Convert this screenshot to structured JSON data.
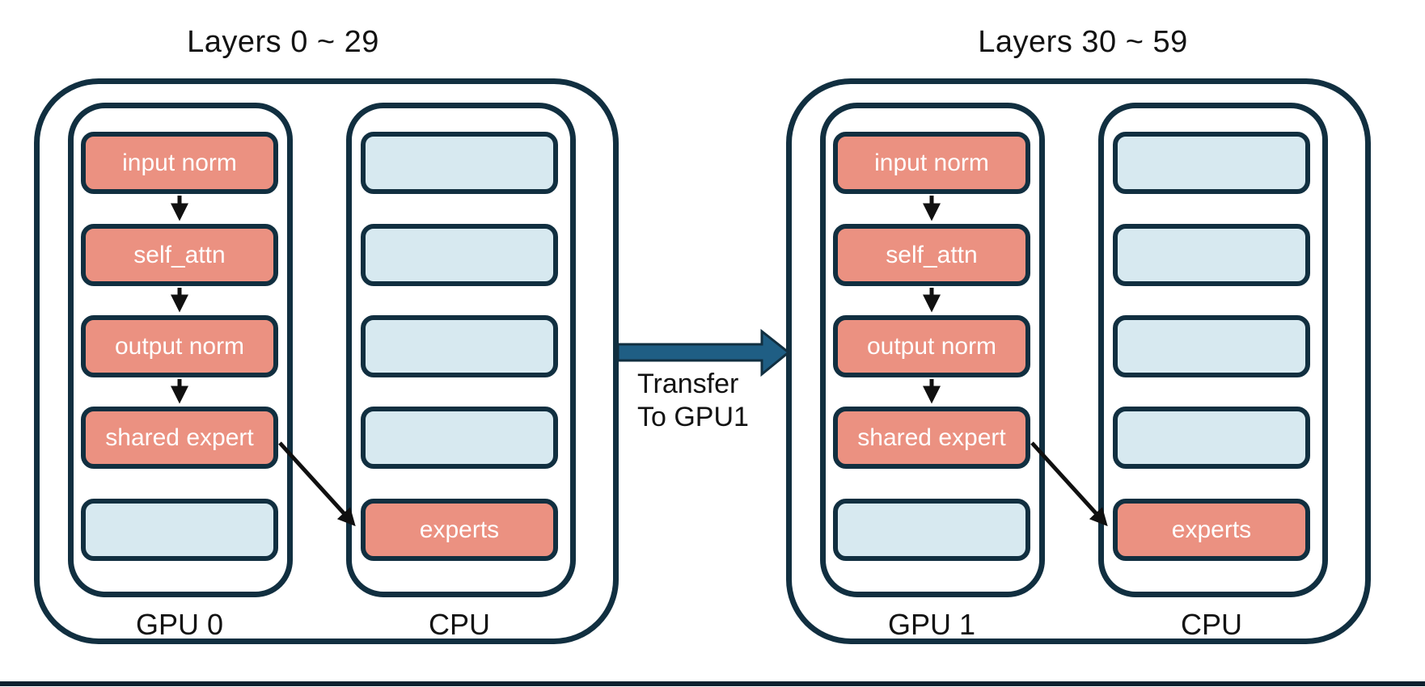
{
  "palette": {
    "border_dark": "#112F40",
    "box_salmon": "#EB9181",
    "box_blue": "#D7E9F0",
    "transfer_blue": "#1F5E84",
    "flow_black": "#101010",
    "text_dark": "#121212",
    "box_text": "#FFFFFF",
    "bottom_bar": "#0C202E"
  },
  "groups": [
    {
      "title": "Layers 0 ~ 29",
      "gpu": {
        "label": "GPU 0",
        "boxes": [
          "input norm",
          "self_attn",
          "output norm",
          "shared expert",
          ""
        ]
      },
      "cpu": {
        "label": "CPU",
        "boxes": [
          "",
          "",
          "",
          "",
          "experts"
        ]
      }
    },
    {
      "title": "Layers 30 ~ 59",
      "gpu": {
        "label": "GPU 1",
        "boxes": [
          "input norm",
          "self_attn",
          "output norm",
          "shared expert",
          ""
        ]
      },
      "cpu": {
        "label": "CPU",
        "boxes": [
          "",
          "",
          "",
          "",
          "experts"
        ]
      }
    }
  ],
  "transfer": {
    "label": "Transfer\nTo GPU1"
  }
}
